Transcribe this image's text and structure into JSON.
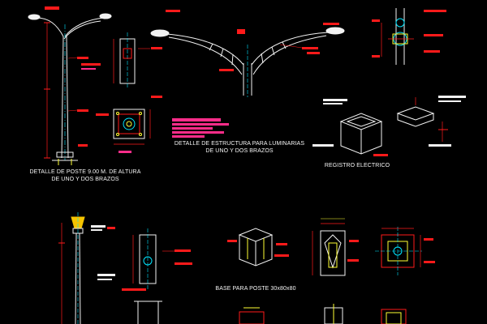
{
  "labels": {
    "poste_line1": "DETALLE DE POSTE 9.00 M. DE ALTURA",
    "poste_line2": "DE UNO Y DOS BRAZOS",
    "estructura_line1": "DETALLE DE ESTRUCTURA PARA LUMINARIAS",
    "estructura_line2": "DE UNO Y DOS BRAZOS",
    "registro": "REGISTRO ELECTRICO",
    "base": "BASE PARA POSTE 30x80x80"
  },
  "colors": {
    "background": "#000000",
    "line_white": "#f2f2f2",
    "line_red": "#ff1a1a",
    "line_yellow": "#ffff33",
    "line_cyan": "#00e5ff",
    "text_magenta": "#ff2d8a",
    "lamp_yellow": "#f5c400",
    "text_white": "#f6f6f6"
  }
}
